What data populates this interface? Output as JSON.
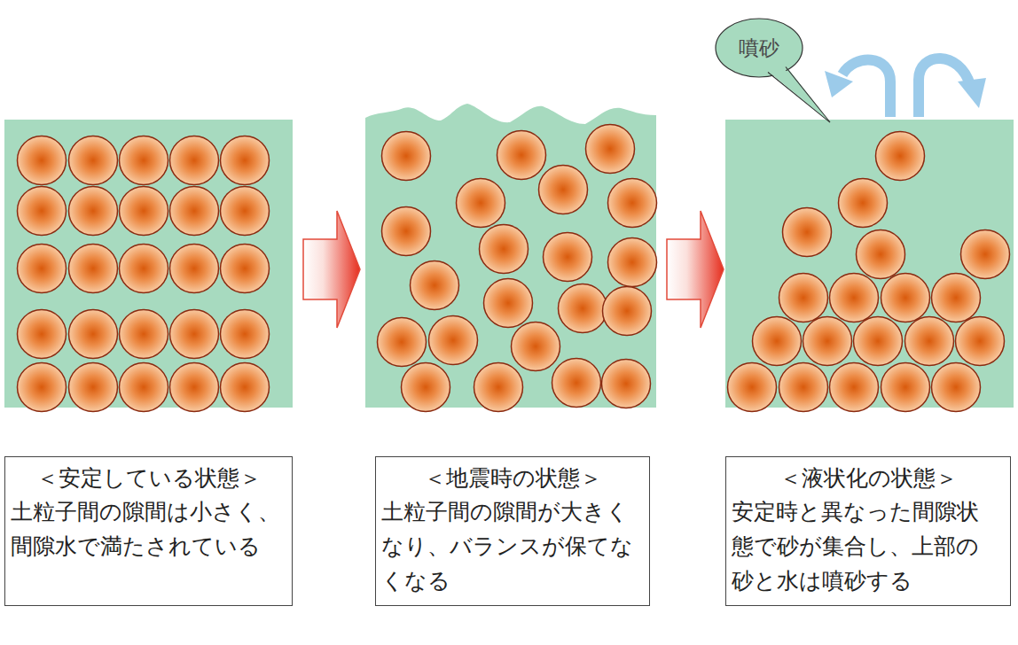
{
  "diagram": {
    "nodes": [
      {
        "text": [
          "＜安定している状態＞",
          "土粒子間の隙間は小さく、 間隙水で満たされている"
        ]
      },
      {
        "text": [
          "＜地震時の状態＞",
          "土粒子間の隙間が大きく なり、バランスが保てな くなる"
        ]
      },
      {
        "text": [
          "＜液状化の状態＞",
          "安定時と異なった間隙状 態で砂が集合し、上部の 砂と水は噴砂する"
        ]
      },
      {
        "text": [
          "噴砂"
        ]
      }
    ]
  }
}
